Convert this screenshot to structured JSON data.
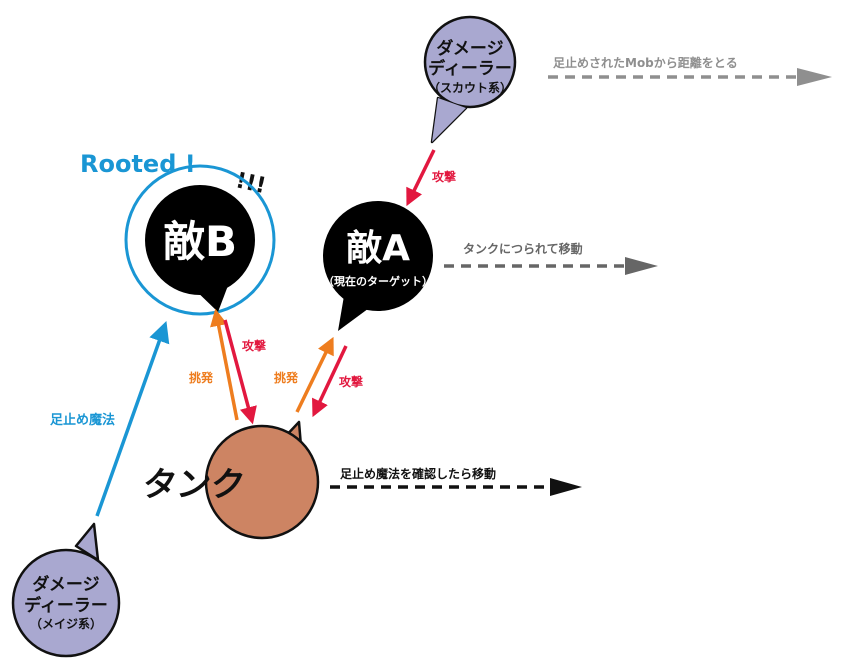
{
  "colors": {
    "attack": "#e2183f",
    "provoke": "#ee7d1f",
    "root": "#1a96d4",
    "dealer_fill": "#a9a8d0",
    "tank_fill": "#cd8463",
    "enemy_fill": "#000000",
    "move_gray_light": "#8f8f8f",
    "move_gray": "#666666",
    "move_black": "#111111"
  },
  "nodes": {
    "scout": {
      "line1": "ダメージ",
      "line2": "ディーラー",
      "line3": "（スカウト系）"
    },
    "enemy_b": {
      "label": "敵B"
    },
    "enemy_a": {
      "label": "敵A",
      "sub": "（現在のターゲット）"
    },
    "tank": {
      "label": "タンク"
    },
    "mage": {
      "line1": "ダメージ",
      "line2": "ディーラー",
      "line3": "（メイジ系）"
    }
  },
  "annotations": {
    "rooted": "Rooted !",
    "exclaim": "!!!"
  },
  "edges": {
    "scout_attack": "攻撃",
    "tank_attack_b": "攻撃",
    "tank_provoke_b": "挑発",
    "tank_provoke_a": "挑発",
    "tank_attack_a": "攻撃",
    "root_spell": "足止め魔法"
  },
  "moves": {
    "scout": "足止めされたMobから距離をとる",
    "enemy_a": "タンクにつられて移動",
    "tank": "足止め魔法を確認したら移動"
  }
}
